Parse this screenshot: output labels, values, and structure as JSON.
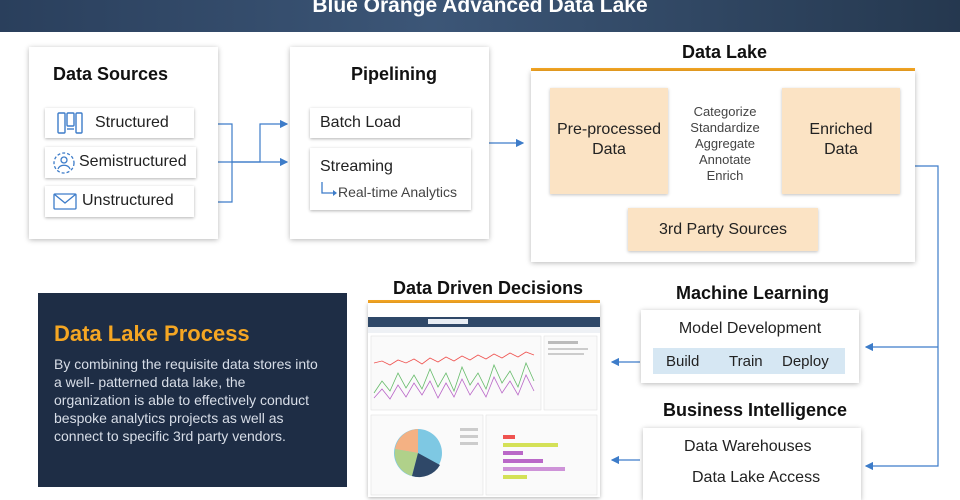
{
  "banner": {
    "title": "Blue Orange Advanced Data Lake"
  },
  "sources": {
    "title": "Data Sources",
    "items": [
      {
        "label": "Structured",
        "icon": "structured-icon"
      },
      {
        "label": "Semistructured",
        "icon": "semistructured-icon"
      },
      {
        "label": "Unstructured",
        "icon": "unstructured-icon"
      }
    ]
  },
  "pipelining": {
    "title": "Pipelining",
    "batch": "Batch Load",
    "streaming": "Streaming",
    "realtime": "Real-time Analytics"
  },
  "data_lake": {
    "title": "Data Lake",
    "preprocessed": "Pre-processed Data",
    "operations": [
      "Categorize",
      "Standardize",
      "Aggregate",
      "Annotate",
      "Enrich"
    ],
    "enriched": "Enriched Data",
    "third_party": "3rd Party Sources",
    "accent_color": "#f5a623"
  },
  "process": {
    "title": "Data Lake Process",
    "body": "By combining the requisite data stores into a well- patterned data lake, the organization  is able to effectively conduct bespoke analytics projects as well as connect to specific 3rd party vendors.",
    "background_color": "#1e2d45",
    "title_color": "#f5a623"
  },
  "decisions": {
    "title": "Data Driven Decisions"
  },
  "ml": {
    "title": "Machine Learning",
    "model": "Model Development",
    "steps": [
      "Build",
      "Train",
      "Deploy"
    ]
  },
  "bi": {
    "title": "Business Intelligence",
    "items": [
      "Data Warehouses",
      "Data Lake Access"
    ]
  },
  "colors": {
    "connector": "#3d7cc9",
    "orange_fill": "#fbe3c4",
    "step_fill": "#d6e7f3"
  }
}
